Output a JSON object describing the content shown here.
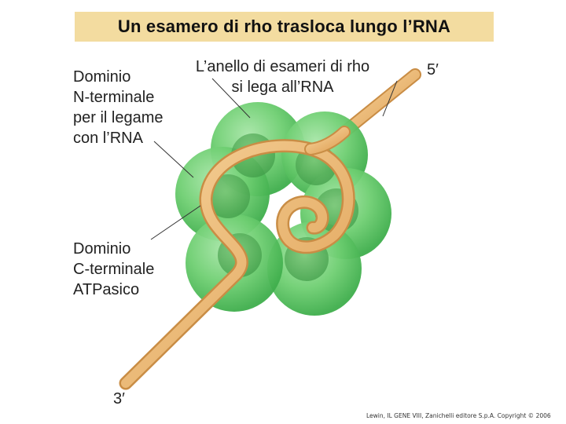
{
  "title": "Un esamero di rho trasloca lungo l’RNA",
  "labels": {
    "n_terminal": [
      "Dominio",
      "N-terminale",
      "per il legame",
      "con l’RNA"
    ],
    "ring": [
      "L’anello di esameri di rho",
      "si lega all’RNA"
    ],
    "c_terminal": [
      "Dominio",
      "C-terminale",
      "ATPasico"
    ]
  },
  "ends": {
    "five_prime": "5′",
    "three_prime": "3′"
  },
  "credit": "Lewin, IL GENE VIII, Zanichelli editore S.p.A. Copyright © 2006",
  "colors": {
    "title_bg": "#f3dca0",
    "protein_green": "#5fc46a",
    "rna_tan": "#e9b56b"
  }
}
